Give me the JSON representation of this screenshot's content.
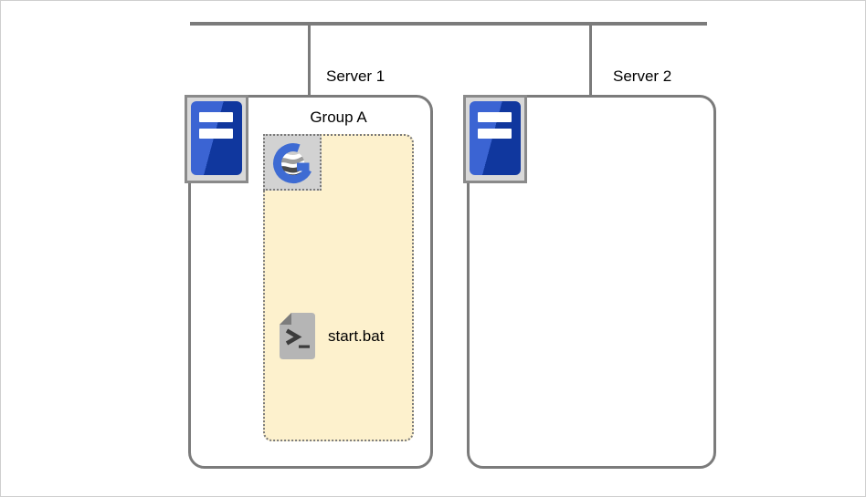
{
  "diagram": {
    "type": "deployment-diagram",
    "network": {
      "bus": "network-bus",
      "connections": [
        "Server 1",
        "Server 2"
      ]
    },
    "servers": [
      {
        "id": "server1",
        "label": "Server 1",
        "icon": "server-tower-icon",
        "contains": [
          "Group A"
        ]
      },
      {
        "id": "server2",
        "label": "Server 2",
        "icon": "server-tower-icon",
        "contains": []
      }
    ],
    "groups": [
      {
        "id": "group-a",
        "label": "Group A",
        "host": "Server 1",
        "badge_icon": "g-globe-logo-icon"
      }
    ],
    "scripts": [
      {
        "id": "start-bat",
        "label": "start.bat",
        "icon": "batch-script-file-icon",
        "parent": "Group A"
      }
    ]
  },
  "icons": {
    "server-tower-icon": "blue tower with two white slots on gray plate",
    "g-globe-logo-icon": "blue letter G around wavy striped globe",
    "batch-script-file-icon": "gray document, folded corner, >_ prompt"
  },
  "colors": {
    "line_gray": "#7b7b7b",
    "icon_plate_gray": "#d9d9d9",
    "icon_plate_border": "#8a8a8a",
    "tower_blue_light": "#3b64d3",
    "tower_blue_dark": "#10379e",
    "group_fill": "#fdf1cd",
    "dotted_border": "#7a7a7a",
    "logo_blue": "#3e6bd3",
    "document_gray": "#b5b5b5",
    "document_fold": "#7d7d7d",
    "text": "#000000"
  }
}
